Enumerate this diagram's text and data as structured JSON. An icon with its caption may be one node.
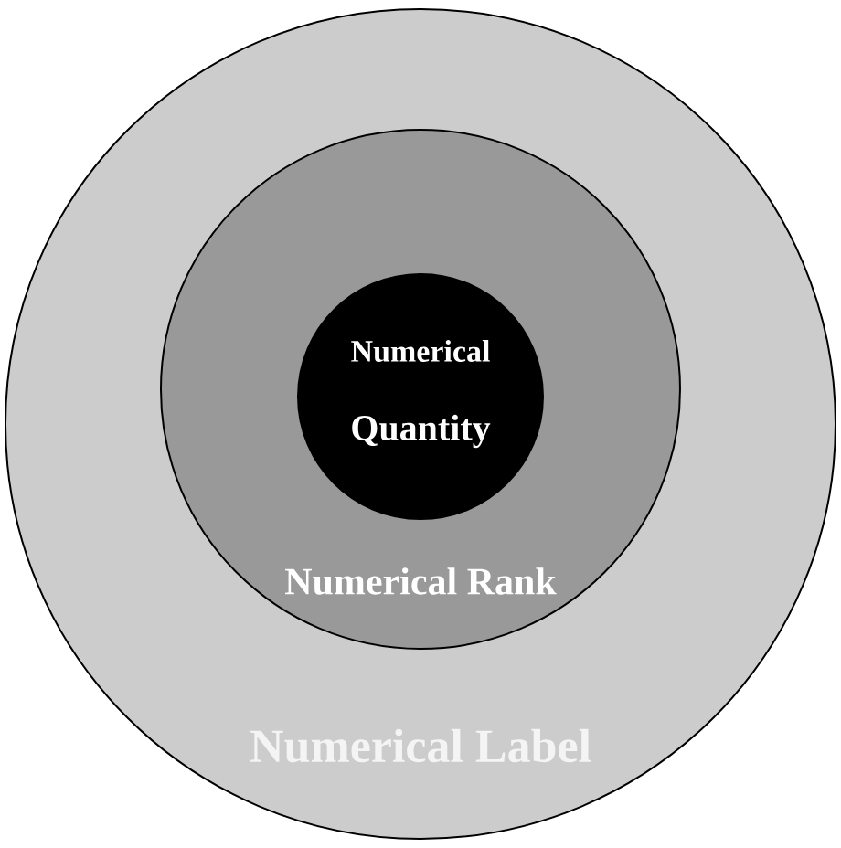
{
  "diagram": {
    "nodes": [
      {
        "text": [
          "Numerical Label"
        ]
      },
      {
        "text": [
          "Numerical Rank"
        ],
        "in": 0
      },
      {
        "text": [
          "Numerical",
          "Quantity"
        ],
        "in": 1
      }
    ]
  }
}
